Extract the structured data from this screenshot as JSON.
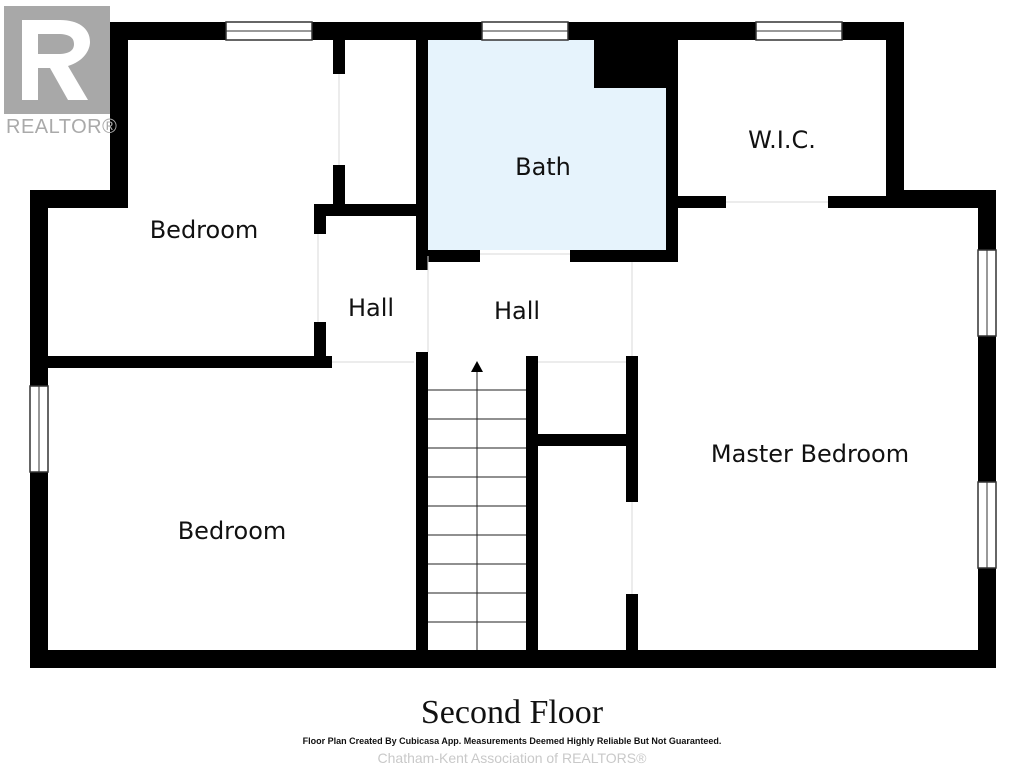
{
  "logo": {
    "name": "realtor-logo",
    "text": "REALTOR®",
    "color": "#a8a8a8"
  },
  "colors": {
    "wall": "#000000",
    "bath_fill": "#e6f3fc",
    "window_frame": "#333333",
    "background": "#ffffff"
  },
  "rooms": {
    "bedroom_top": "Bedroom",
    "hall_small": "Hall",
    "bath": "Bath",
    "wic": "W.I.C.",
    "hall_main": "Hall",
    "bedroom_bottom": "Bedroom",
    "master_bedroom": "Master Bedroom"
  },
  "footer": {
    "title": "Second Floor",
    "disclaimer": "Floor Plan Created By Cubicasa App. Measurements Deemed Highly Reliable But Not Guaranteed.",
    "copyright": "Chatham-Kent Association of REALTORS®"
  }
}
